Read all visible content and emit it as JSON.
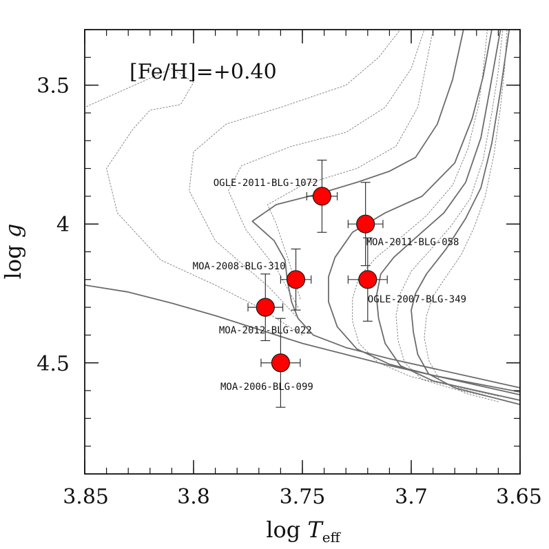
{
  "chart_data": {
    "type": "scatter",
    "annotation": "[Fe/H]=+0.40",
    "xlabel": {
      "prefix": "log ",
      "variable": "T",
      "subscript": "eff"
    },
    "ylabel": {
      "prefix": "log ",
      "variable": "g"
    },
    "xlim": [
      3.85,
      3.65
    ],
    "ylim": [
      3.3,
      4.9
    ],
    "x_ticks": [
      {
        "value": 3.85,
        "label": "3.85"
      },
      {
        "value": 3.8,
        "label": "3.8"
      },
      {
        "value": 3.75,
        "label": "3.75"
      },
      {
        "value": 3.7,
        "label": "3.7"
      },
      {
        "value": 3.65,
        "label": "3.65"
      }
    ],
    "y_ticks": [
      {
        "value": 3.5,
        "label": "3.5"
      },
      {
        "value": 4.0,
        "label": "4"
      },
      {
        "value": 4.5,
        "label": "4.5"
      }
    ],
    "x_minor_step": 0.01,
    "y_minor_step": 0.1,
    "grid": false,
    "points": [
      {
        "name": "OGLE-2011-BLG-1072",
        "x": 3.741,
        "y": 3.9,
        "xerr": 0.007,
        "yerr_low": 0.13,
        "yerr_high": 0.13
      },
      {
        "name": "MOA-2011-BLG-058",
        "x": 3.721,
        "y": 4.0,
        "xerr": 0.008,
        "yerr_low": 0.15,
        "yerr_high": 0.15
      },
      {
        "name": "MOA-2008-BLG-310",
        "x": 3.753,
        "y": 4.2,
        "xerr": 0.007,
        "yerr_low": 0.11,
        "yerr_high": 0.11
      },
      {
        "name": "OGLE-2007-BLG-349",
        "x": 3.72,
        "y": 4.2,
        "xerr": 0.009,
        "yerr_low": 0.15,
        "yerr_high": 0.15
      },
      {
        "name": "MOA-2012-BLG-022",
        "x": 3.767,
        "y": 4.3,
        "xerr": 0.008,
        "yerr_low": 0.12,
        "yerr_high": 0.12
      },
      {
        "name": "MOA-2006-BLG-099",
        "x": 3.76,
        "y": 4.5,
        "xerr": 0.009,
        "yerr_low": 0.16,
        "yerr_high": 0.16
      }
    ],
    "isochrones": [
      {
        "style": "solid",
        "points": [
          [
            3.85,
            4.22
          ],
          [
            3.83,
            4.245
          ],
          [
            3.81,
            4.285
          ],
          [
            3.79,
            4.33
          ],
          [
            3.77,
            4.38
          ],
          [
            3.75,
            4.43
          ],
          [
            3.73,
            4.47
          ],
          [
            3.71,
            4.51
          ],
          [
            3.69,
            4.545
          ],
          [
            3.67,
            4.575
          ],
          [
            3.65,
            4.605
          ]
        ]
      },
      {
        "style": "solid",
        "points": [
          [
            3.65,
            4.59
          ],
          [
            3.67,
            4.555
          ],
          [
            3.69,
            4.52
          ],
          [
            3.71,
            4.485
          ],
          [
            3.73,
            4.445
          ],
          [
            3.745,
            4.4
          ],
          [
            3.752,
            4.34
          ],
          [
            3.755,
            4.28
          ],
          [
            3.757,
            4.2
          ],
          [
            3.758,
            4.13
          ],
          [
            3.763,
            4.06
          ],
          [
            3.773,
            3.99
          ],
          [
            3.762,
            3.93
          ],
          [
            3.742,
            3.89
          ],
          [
            3.725,
            3.85
          ],
          [
            3.71,
            3.81
          ],
          [
            3.698,
            3.76
          ],
          [
            3.688,
            3.64
          ],
          [
            3.681,
            3.48
          ],
          [
            3.676,
            3.3
          ]
        ]
      },
      {
        "style": "solid",
        "points": [
          [
            3.65,
            4.615
          ],
          [
            3.67,
            4.58
          ],
          [
            3.69,
            4.545
          ],
          [
            3.71,
            4.505
          ],
          [
            3.725,
            4.45
          ],
          [
            3.734,
            4.37
          ],
          [
            3.738,
            4.28
          ],
          [
            3.738,
            4.19
          ],
          [
            3.735,
            4.12
          ],
          [
            3.727,
            4.03
          ],
          [
            3.712,
            3.96
          ],
          [
            3.695,
            3.9
          ],
          [
            3.68,
            3.78
          ],
          [
            3.672,
            3.62
          ],
          [
            3.667,
            3.47
          ],
          [
            3.663,
            3.3
          ]
        ]
      },
      {
        "style": "solid",
        "points": [
          [
            3.65,
            4.635
          ],
          [
            3.67,
            4.6
          ],
          [
            3.69,
            4.565
          ],
          [
            3.705,
            4.51
          ],
          [
            3.712,
            4.43
          ],
          [
            3.715,
            4.34
          ],
          [
            3.716,
            4.26
          ],
          [
            3.714,
            4.18
          ],
          [
            3.708,
            4.12
          ],
          [
            3.698,
            4.05
          ],
          [
            3.685,
            3.96
          ],
          [
            3.675,
            3.85
          ],
          [
            3.668,
            3.69
          ],
          [
            3.664,
            3.52
          ],
          [
            3.659,
            3.3
          ]
        ]
      },
      {
        "style": "solid",
        "points": [
          [
            3.65,
            4.65
          ],
          [
            3.665,
            4.62
          ],
          [
            3.68,
            4.59
          ],
          [
            3.692,
            4.54
          ],
          [
            3.697,
            4.47
          ],
          [
            3.699,
            4.39
          ],
          [
            3.7,
            4.31
          ],
          [
            3.698,
            4.25
          ],
          [
            3.693,
            4.18
          ],
          [
            3.684,
            4.09
          ],
          [
            3.675,
            3.98
          ],
          [
            3.668,
            3.87
          ],
          [
            3.663,
            3.71
          ],
          [
            3.659,
            3.52
          ],
          [
            3.655,
            3.3
          ]
        ]
      },
      {
        "style": "dotted",
        "points": [
          [
            3.75,
            4.4
          ],
          [
            3.77,
            4.3
          ],
          [
            3.79,
            4.22
          ],
          [
            3.815,
            4.13
          ],
          [
            3.835,
            3.96
          ],
          [
            3.84,
            3.8
          ],
          [
            3.828,
            3.66
          ],
          [
            3.82,
            3.59
          ],
          [
            3.806,
            3.57
          ],
          [
            3.8,
            3.49
          ],
          [
            3.81,
            3.44
          ],
          [
            3.83,
            3.51
          ],
          [
            3.85,
            3.58
          ]
        ]
      },
      {
        "style": "dotted",
        "points": [
          [
            3.752,
            4.34
          ],
          [
            3.765,
            4.23
          ],
          [
            3.79,
            4.06
          ],
          [
            3.802,
            3.88
          ],
          [
            3.8,
            3.74
          ],
          [
            3.785,
            3.64
          ],
          [
            3.76,
            3.58
          ],
          [
            3.73,
            3.5
          ],
          [
            3.715,
            3.4
          ],
          [
            3.705,
            3.3
          ]
        ]
      },
      {
        "style": "dotted",
        "points": [
          [
            3.752,
            4.3
          ],
          [
            3.762,
            4.16
          ],
          [
            3.776,
            4.02
          ],
          [
            3.784,
            3.88
          ],
          [
            3.778,
            3.79
          ],
          [
            3.755,
            3.72
          ],
          [
            3.73,
            3.67
          ],
          [
            3.712,
            3.58
          ],
          [
            3.7,
            3.44
          ],
          [
            3.694,
            3.3
          ]
        ]
      },
      {
        "style": "dotted",
        "points": [
          [
            3.751,
            4.27
          ],
          [
            3.756,
            4.14
          ],
          [
            3.762,
            4.0
          ],
          [
            3.766,
            3.93
          ],
          [
            3.75,
            3.86
          ],
          [
            3.725,
            3.8
          ],
          [
            3.707,
            3.72
          ],
          [
            3.697,
            3.58
          ],
          [
            3.69,
            3.3
          ]
        ]
      },
      {
        "style": "dotted",
        "points": [
          [
            3.66,
            4.62
          ],
          [
            3.68,
            4.585
          ],
          [
            3.7,
            4.55
          ],
          [
            3.715,
            4.5
          ],
          [
            3.724,
            4.43
          ],
          [
            3.727,
            4.35
          ],
          [
            3.727,
            4.27
          ],
          [
            3.724,
            4.19
          ],
          [
            3.716,
            4.12
          ],
          [
            3.705,
            4.05
          ],
          [
            3.693,
            3.97
          ],
          [
            3.681,
            3.86
          ],
          [
            3.674,
            3.73
          ],
          [
            3.669,
            3.57
          ],
          [
            3.667,
            3.45
          ],
          [
            3.665,
            3.3
          ]
        ]
      },
      {
        "style": "dotted",
        "points": [
          [
            3.66,
            4.63
          ],
          [
            3.68,
            4.595
          ],
          [
            3.695,
            4.56
          ],
          [
            3.703,
            4.5
          ],
          [
            3.706,
            4.42
          ],
          [
            3.707,
            4.33
          ],
          [
            3.705,
            4.25
          ],
          [
            3.7,
            4.17
          ],
          [
            3.692,
            4.1
          ],
          [
            3.682,
            4.01
          ],
          [
            3.673,
            3.91
          ],
          [
            3.667,
            3.77
          ],
          [
            3.663,
            3.6
          ],
          [
            3.66,
            3.45
          ],
          [
            3.658,
            3.3
          ]
        ]
      },
      {
        "style": "dotted",
        "points": [
          [
            3.66,
            4.64
          ],
          [
            3.675,
            4.61
          ],
          [
            3.687,
            4.56
          ],
          [
            3.692,
            4.49
          ],
          [
            3.694,
            4.41
          ],
          [
            3.693,
            4.33
          ],
          [
            3.69,
            4.26
          ],
          [
            3.684,
            4.19
          ],
          [
            3.677,
            4.11
          ],
          [
            3.671,
            4.01
          ],
          [
            3.666,
            3.9
          ],
          [
            3.662,
            3.75
          ],
          [
            3.659,
            3.58
          ],
          [
            3.657,
            3.43
          ],
          [
            3.656,
            3.3
          ]
        ]
      }
    ]
  }
}
